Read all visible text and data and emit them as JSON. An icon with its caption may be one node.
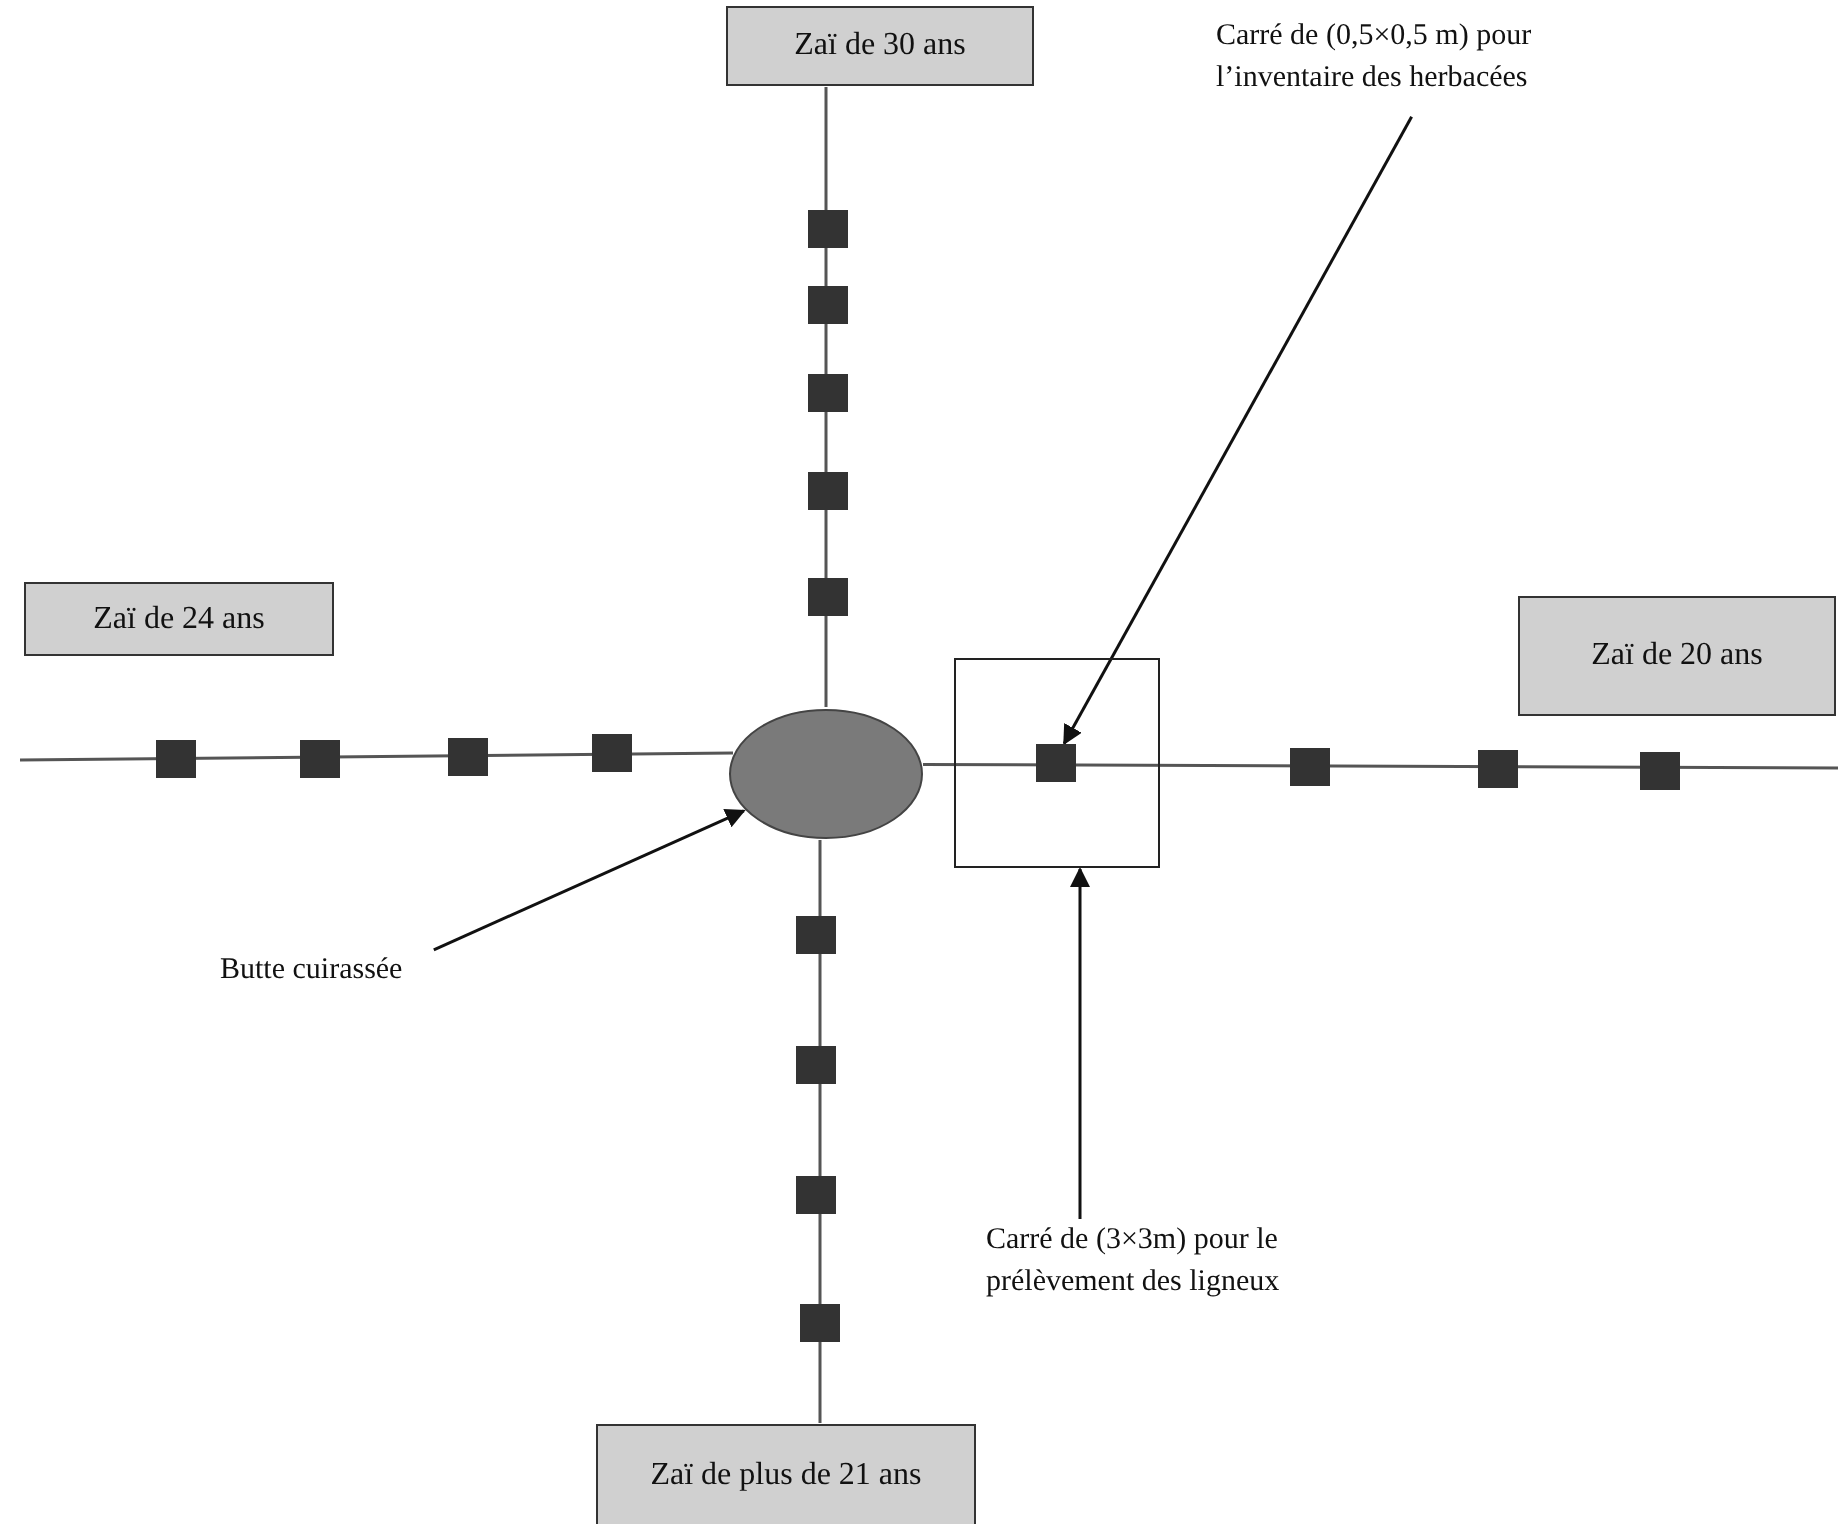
{
  "diagram": {
    "nodes": [
      {
        "text": [
          "Zaï de 30 ans"
        ]
      },
      {
        "text": [
          "Carré de (0,5×0,5 m) pour l’inventaire des herbacées"
        ]
      },
      {
        "text": [
          "Zaï de 24 ans"
        ]
      },
      {
        "text": [
          "Zaï de 20 ans"
        ]
      },
      {
        "text": [],
        "shape": "circle"
      },
      {
        "text": [],
        "shape": "box"
      },
      {
        "text": [],
        "shape": "box",
        "in": 5
      },
      {
        "text": [
          "Butte cuirassée"
        ]
      },
      {
        "text": [
          "Carré de (3×3m) pour le prélèvement des ligneux"
        ]
      },
      {
        "text": [
          "Zaï de plus de 21 ans"
        ]
      }
    ],
    "edges": [
      {
        "from": 0,
        "to": 4,
        "arrow": "none"
      },
      {
        "from": null,
        "to": 4,
        "arrow": "none"
      },
      {
        "from": 4,
        "to": null,
        "arrow": "none"
      },
      {
        "from": 4,
        "to": 9,
        "arrow": "none"
      },
      {
        "from": 1,
        "to": 6,
        "arrow": "to"
      },
      {
        "from": 7,
        "to": 4,
        "arrow": "to"
      },
      {
        "from": 8,
        "to": 5,
        "arrow": "to"
      }
    ]
  }
}
